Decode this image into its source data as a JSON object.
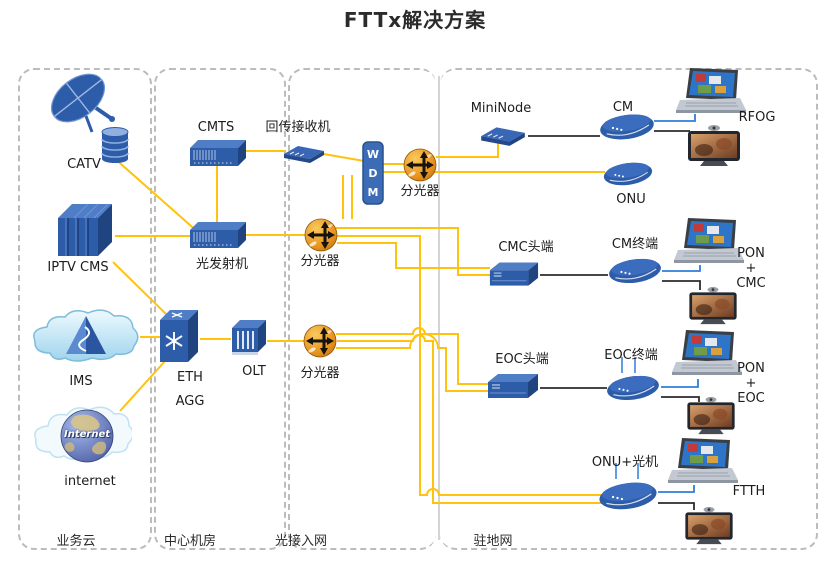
{
  "title": "FTTx解决方案",
  "columns": {
    "c1": "业务云",
    "c2": "中心机房",
    "c3": "光接入网",
    "c4": "驻地网"
  },
  "nodes": {
    "catv": "CATV",
    "iptv_cms": "IPTV CMS",
    "ims": "IMS",
    "internet": "internet",
    "internet_globe": "Internet",
    "cmts": "CMTS",
    "optical_transmitter": "光发射机",
    "eth_agg": "ETH\nAGG",
    "olt": "OLT",
    "return_receiver": "回传接收机",
    "wdm": "W\nD\nM",
    "splitter1": "分光器",
    "splitter2": "分光器",
    "splitter3": "分光器",
    "mininode": "MiniNode",
    "cm": "CM",
    "rfog": "RFOG",
    "onu": "ONU",
    "cmc_headend": "CMC头端",
    "cm_terminal": "CM终端",
    "pon_cmc": "PON\n+\nCMC",
    "eoc_headend": "EOC头端",
    "eoc_terminal": "EOC终端",
    "pon_eoc": "PON\n+\nEOC",
    "onu_optical": "ONU+光机",
    "ftth": "FTTH"
  },
  "colors": {
    "line_yellow": "#FFC20E",
    "line_black": "#2b2b2b",
    "line_blue": "#2f7ed8",
    "device_blue": "#2d5ca8",
    "splitter_orange": "#e8931c"
  }
}
